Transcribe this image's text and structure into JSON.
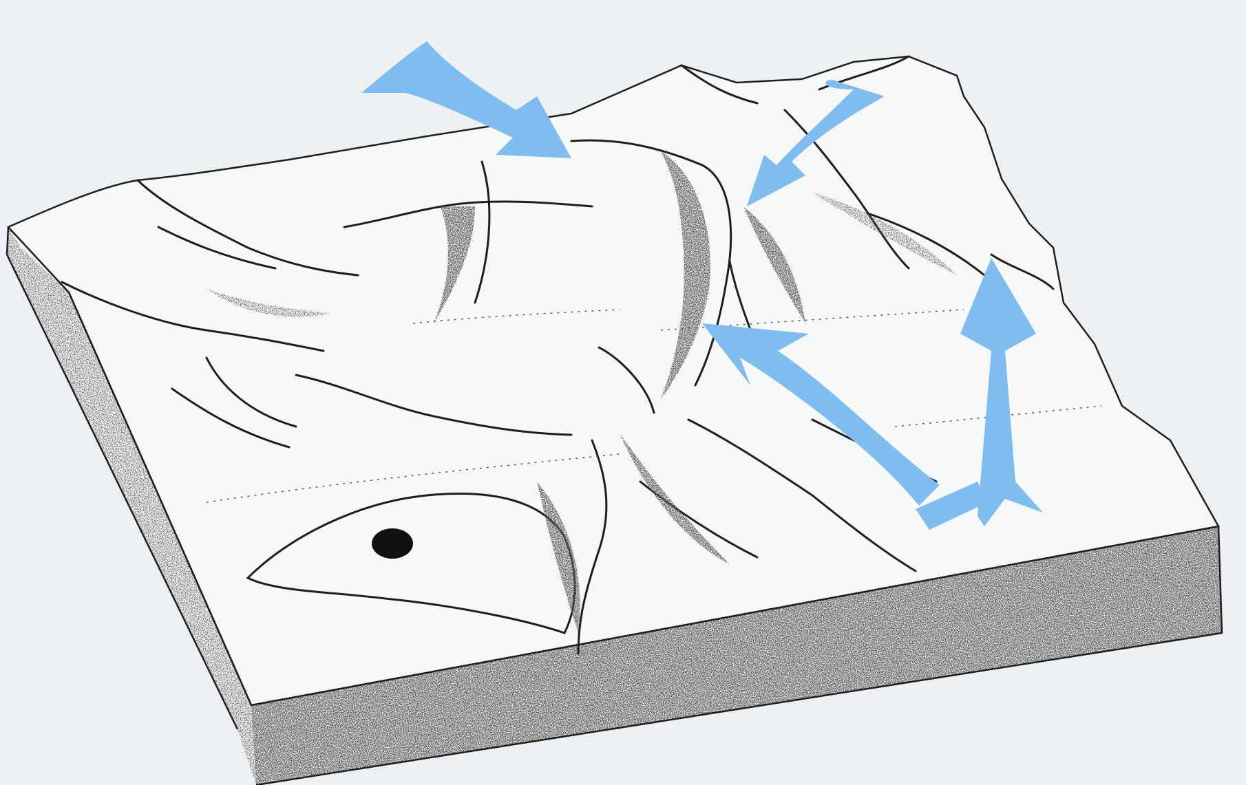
{
  "figure": {
    "kind": "terrain-block-diagram",
    "description_visible_text": "",
    "colors": {
      "background": "#eef1f3",
      "surface": "#f7f8f8",
      "ink": "#1e1e1e",
      "stipple": "#2b2b2b",
      "arrow": "#7fbdf0"
    },
    "arrows": [
      {
        "id": "arrow-nw-inflow",
        "direction": "down-right"
      },
      {
        "id": "arrow-ne-inflow",
        "direction": "down-left"
      },
      {
        "id": "arrow-center-flow",
        "direction": "up-left"
      },
      {
        "id": "arrow-east-return",
        "direction": "up"
      }
    ]
  }
}
